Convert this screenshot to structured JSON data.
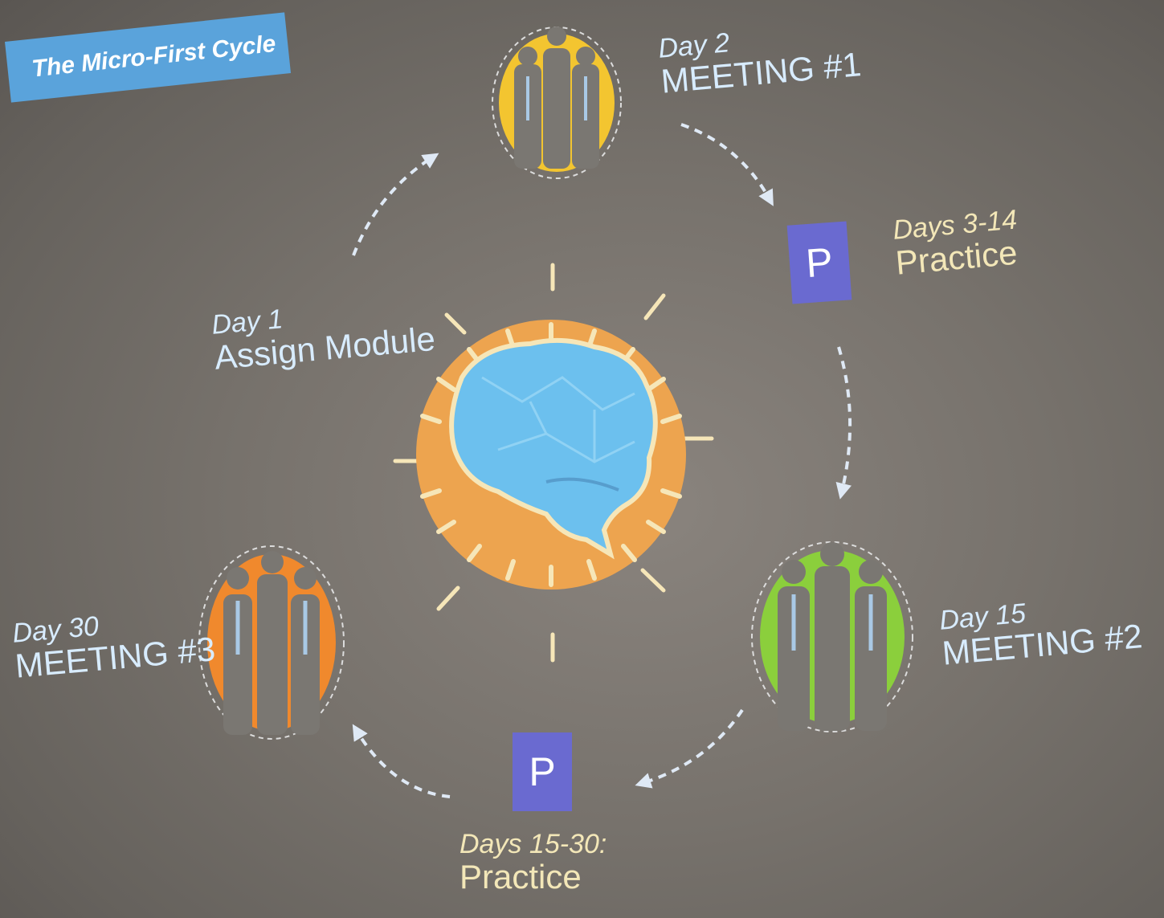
{
  "title": "The Micro-First Cycle",
  "steps": {
    "day1": {
      "day": "Day 1",
      "label": "Assign Module"
    },
    "day2": {
      "day": "Day 2",
      "label": "MEETING #1"
    },
    "practice1": {
      "day": "Days 3-14",
      "label": "Practice",
      "icon_letter": "P"
    },
    "day15": {
      "day": "Day 15",
      "label": "MEETING #2"
    },
    "practice2": {
      "day": "Days 15-30:",
      "label": "Practice",
      "icon_letter": "P"
    },
    "day30": {
      "day": "Day 30",
      "label": "MEETING #3"
    }
  },
  "icons": {
    "center": "brain-clock-icon",
    "meeting1": "people-group-icon",
    "meeting2": "people-group-icon",
    "meeting3": "people-group-icon"
  },
  "colors": {
    "title_bg": "#5aa3db",
    "sun": "#eda44f",
    "brain": "#6cc0ee",
    "meeting1": "#f3c530",
    "meeting2": "#8bcf3c",
    "meeting3": "#f0892d",
    "practice_box": "#6a6ad0"
  }
}
